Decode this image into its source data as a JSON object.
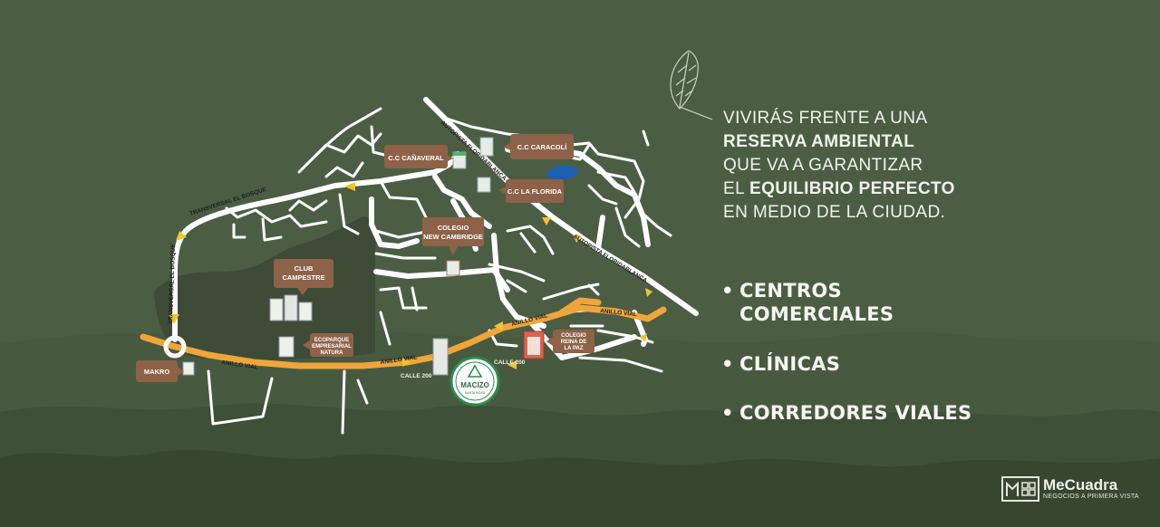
{
  "headline": {
    "line1": "VIVIRÁS FRENTE A UNA",
    "line2": "RESERVA AMBIENTAL",
    "line3": "QUE VA A GARANTIZAR",
    "line4_prefix": "EL ",
    "line4_bold": "EQUILIBRIO PERFECTO",
    "line5": "EN MEDIO DE LA CIUDAD."
  },
  "features": [
    {
      "line1": "CENTROS",
      "line2": "COMERCIALES"
    },
    {
      "line1": "CLÍNICAS"
    },
    {
      "line1": "CORREDORES VIALES"
    }
  ],
  "map": {
    "places": {
      "cc_canaveral": "C.C CAÑAVERAL",
      "cc_caracoli": "C.C CARACOLÍ",
      "cc_la_florida": "C.C LA FLORIDA",
      "colegio_new_cambridge_1": "COLEGIO",
      "colegio_new_cambridge_2": "NEW CAMBRIDGE",
      "club_campestre_1": "CLUB",
      "club_campestre_2": "CAMPESTRE",
      "ecoparque_1": "ECOPARQUE",
      "ecoparque_2": "EMPRESARIAL",
      "ecoparque_3": "NATURA",
      "colegio_reina_1": "COLEGIO",
      "colegio_reina_2": "REINA DE",
      "colegio_reina_3": "LA PAZ",
      "makro": "MAKRO"
    },
    "roads": {
      "transversal_el_bosque_top": "TRANSVERSAL EL BOSQUE",
      "transversal_el_bosque_left": "TRANSVERSAL EL BOSQUE",
      "autopista_florida_upper": "AUTOPISTA FLORIDABLANCA",
      "autopista_florida_lower": "AUTOPISTA FLORIDABLANCA",
      "anillo_vial_1": "ANILLO VIAL",
      "anillo_vial_2": "ANILLO VIAL",
      "anillo_vial_3": "ANILLO VIAL",
      "anillo_vial_4": "ANILLO VIAL",
      "calle_200_left": "CALLE 200",
      "calle_200_right": "CALLE 200"
    },
    "project_logo": {
      "name": "MACIZO",
      "subtitle": "SANTA ROSA"
    }
  },
  "watermark": {
    "brand": "MeCuadra",
    "tagline": "NEGOCIOS A PRIMERA VISTA"
  },
  "colors": {
    "background": "#4b5e44",
    "road": "#ffffff",
    "ring_road": "#f0a53a",
    "label_box": "#8d6248",
    "reserve": "#3d4b37",
    "lake": "#1f5fb0"
  },
  "icons": [
    "leaf-icon",
    "building-icon",
    "mecuadra-logo-icon"
  ]
}
